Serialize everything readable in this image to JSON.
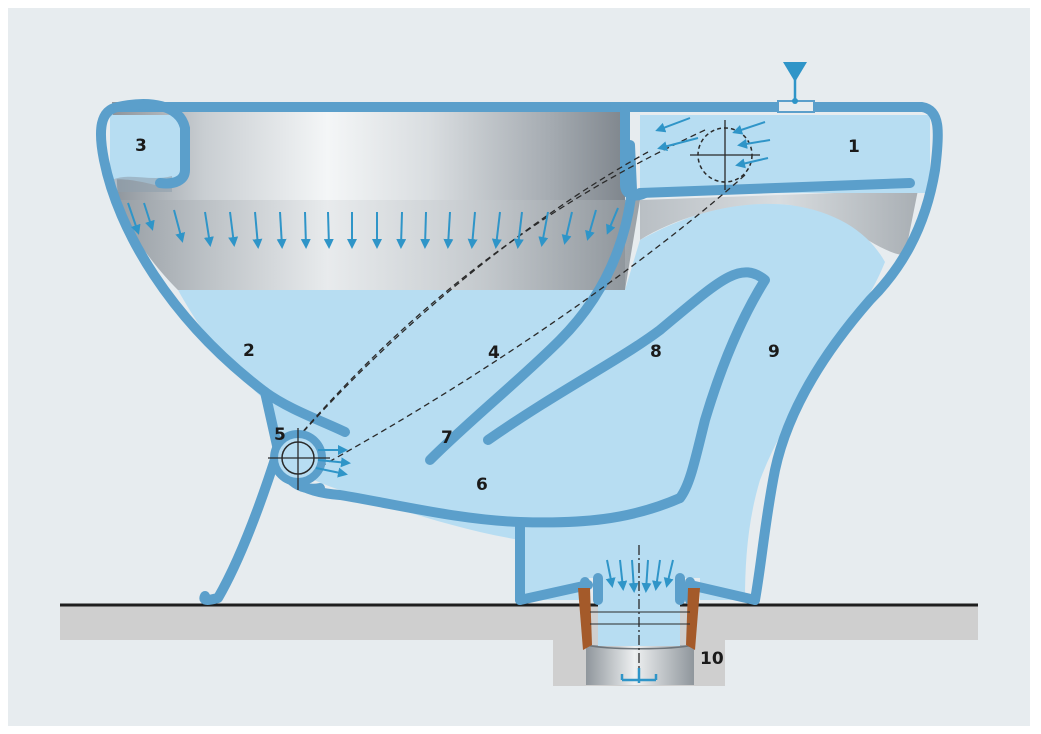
{
  "diagram": {
    "labels": {
      "l1": "1",
      "l2": "2",
      "l3": "3",
      "l4": "4",
      "l5": "5",
      "l6": "6",
      "l7": "7",
      "l8": "8",
      "l9": "9",
      "l10": "10"
    },
    "colors": {
      "background": "#e7ecef",
      "water": "#b7ddf2",
      "ceramic_outline": "#5b9fcb",
      "arrow": "#2f95c8",
      "floor": "#cfcfcf",
      "floor_line": "#1e1e1e",
      "seal": "#a45a2a",
      "dashed_line": "#2a2a2a"
    },
    "icons": {
      "water_inlet": "water-inlet-icon",
      "jet_hole": "crosshair-icon",
      "tank_inlet": "crosshair-icon"
    }
  }
}
